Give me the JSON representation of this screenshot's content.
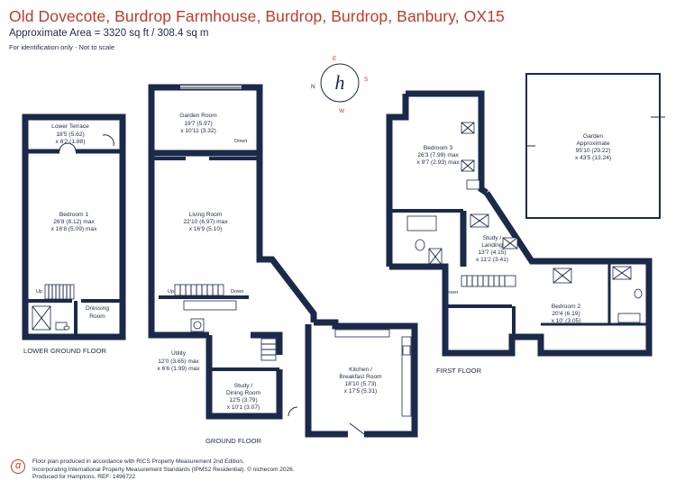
{
  "header": {
    "title": "Old Dovecote, Burdrop Farmhouse, Burdrop, Burdrop, Banbury, OX15",
    "area": "Approximate Area = 3320 sq ft / 308.4 sq m",
    "ident": "For identification only - Not to scale"
  },
  "compass": {
    "n": "N",
    "e": "E",
    "s": "S",
    "w": "W",
    "logo": "h"
  },
  "floors": {
    "lower": "LOWER GROUND FLOOR",
    "ground": "GROUND FLOOR",
    "first": "FIRST FLOOR"
  },
  "rooms": {
    "lower_terrace": [
      "Lower Terrace",
      "18'5 (5.62)",
      "x 6'2 (1.88)"
    ],
    "bedroom1": [
      "Bedroom 1",
      "26'8 (8.12) max",
      "x 16'8 (5.09) max"
    ],
    "dressing": [
      "Dressing",
      "Room"
    ],
    "garden_room": [
      "Garden Room",
      "19'7 (5.97)",
      "x 10'11 (3.32)"
    ],
    "living": [
      "Living Room",
      "22'10 (6.97) max",
      "x 16'9 (5.10)"
    ],
    "utility": [
      "Utility",
      "12'0 (3.65) max",
      "x 6'6 (1.99) max"
    ],
    "study_dining": [
      "Study /",
      "Dining Room",
      "12'5 (3.79)",
      "x 10'1 (3.07)"
    ],
    "kitchen": [
      "Kitchen /",
      "Breakfast Room",
      "18'10 (5.73)",
      "x 17'5 (5.31)"
    ],
    "bedroom3": [
      "Bedroom 3",
      "26'3 (7.99) max",
      "x 9'7 (2.93) max"
    ],
    "study_landing": [
      "Study /",
      "Landing",
      "13'7 (4.15)",
      "x 11'2 (3.41)"
    ],
    "bedroom2": [
      "Bedroom 2",
      "20'4 (6.19)",
      "x 10' (3.05)"
    ],
    "garden": [
      "Garden",
      "Approximate",
      "95'10 (29.22)",
      "x 43'5 (13.24)"
    ]
  },
  "stairs": {
    "up": "Up",
    "down": "Down"
  },
  "footer": {
    "line1": "Floor plan produced in accordance with RICS Property Measurement 2nd Edition,",
    "line2": "Incorporating International Property Measurement Standards (IPMS2 Residential). © nichecom 2026.",
    "line3": "Produced for Hamptons.   REF:  1496722"
  }
}
